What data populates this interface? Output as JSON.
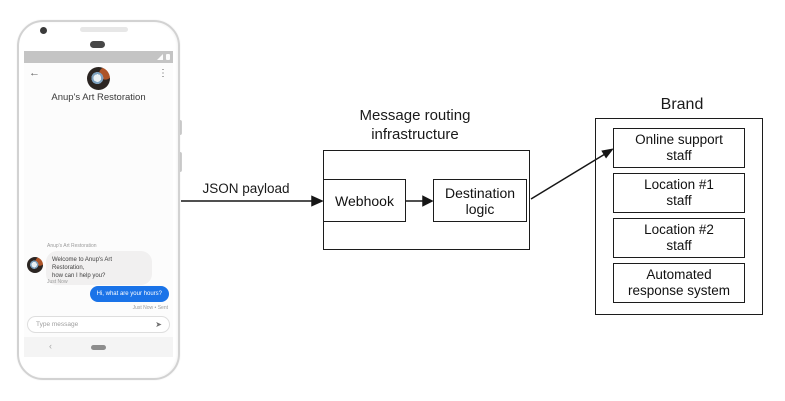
{
  "phone": {
    "header": {
      "back_glyph": "←",
      "menu_glyph": "⋮",
      "title": "Anup's Art Restoration"
    },
    "conversation": {
      "sender_label": "Anup's Art Restoration",
      "incoming_message": "Welcome to Anup's Art Restoration,\nhow can I help you?",
      "incoming_timestamp": "Just Now",
      "outgoing_message": "Hi, what are your hours?",
      "outgoing_status": "Just Now • Sent"
    },
    "composer": {
      "placeholder": "Type message",
      "send_glyph": "➤"
    },
    "nav": {
      "back_glyph": "‹"
    }
  },
  "diagram": {
    "payload_arrow_label": "JSON payload",
    "routing": {
      "title": "Message routing\ninfrastructure",
      "webhook_label": "Webhook",
      "destination_label": "Destination\nlogic"
    },
    "brand": {
      "title": "Brand",
      "members": [
        {
          "label": "Online support\nstaff"
        },
        {
          "label": "Location #1\nstaff"
        },
        {
          "label": "Location #2\nstaff"
        },
        {
          "label": "Automated\nresponse system"
        }
      ]
    }
  },
  "colors": {
    "outgoing_bubble": "#1a73e8",
    "incoming_bubble": "#f1f0f0",
    "status_bar": "#c4c4c4",
    "diagram_line": "#1a1a1a"
  }
}
